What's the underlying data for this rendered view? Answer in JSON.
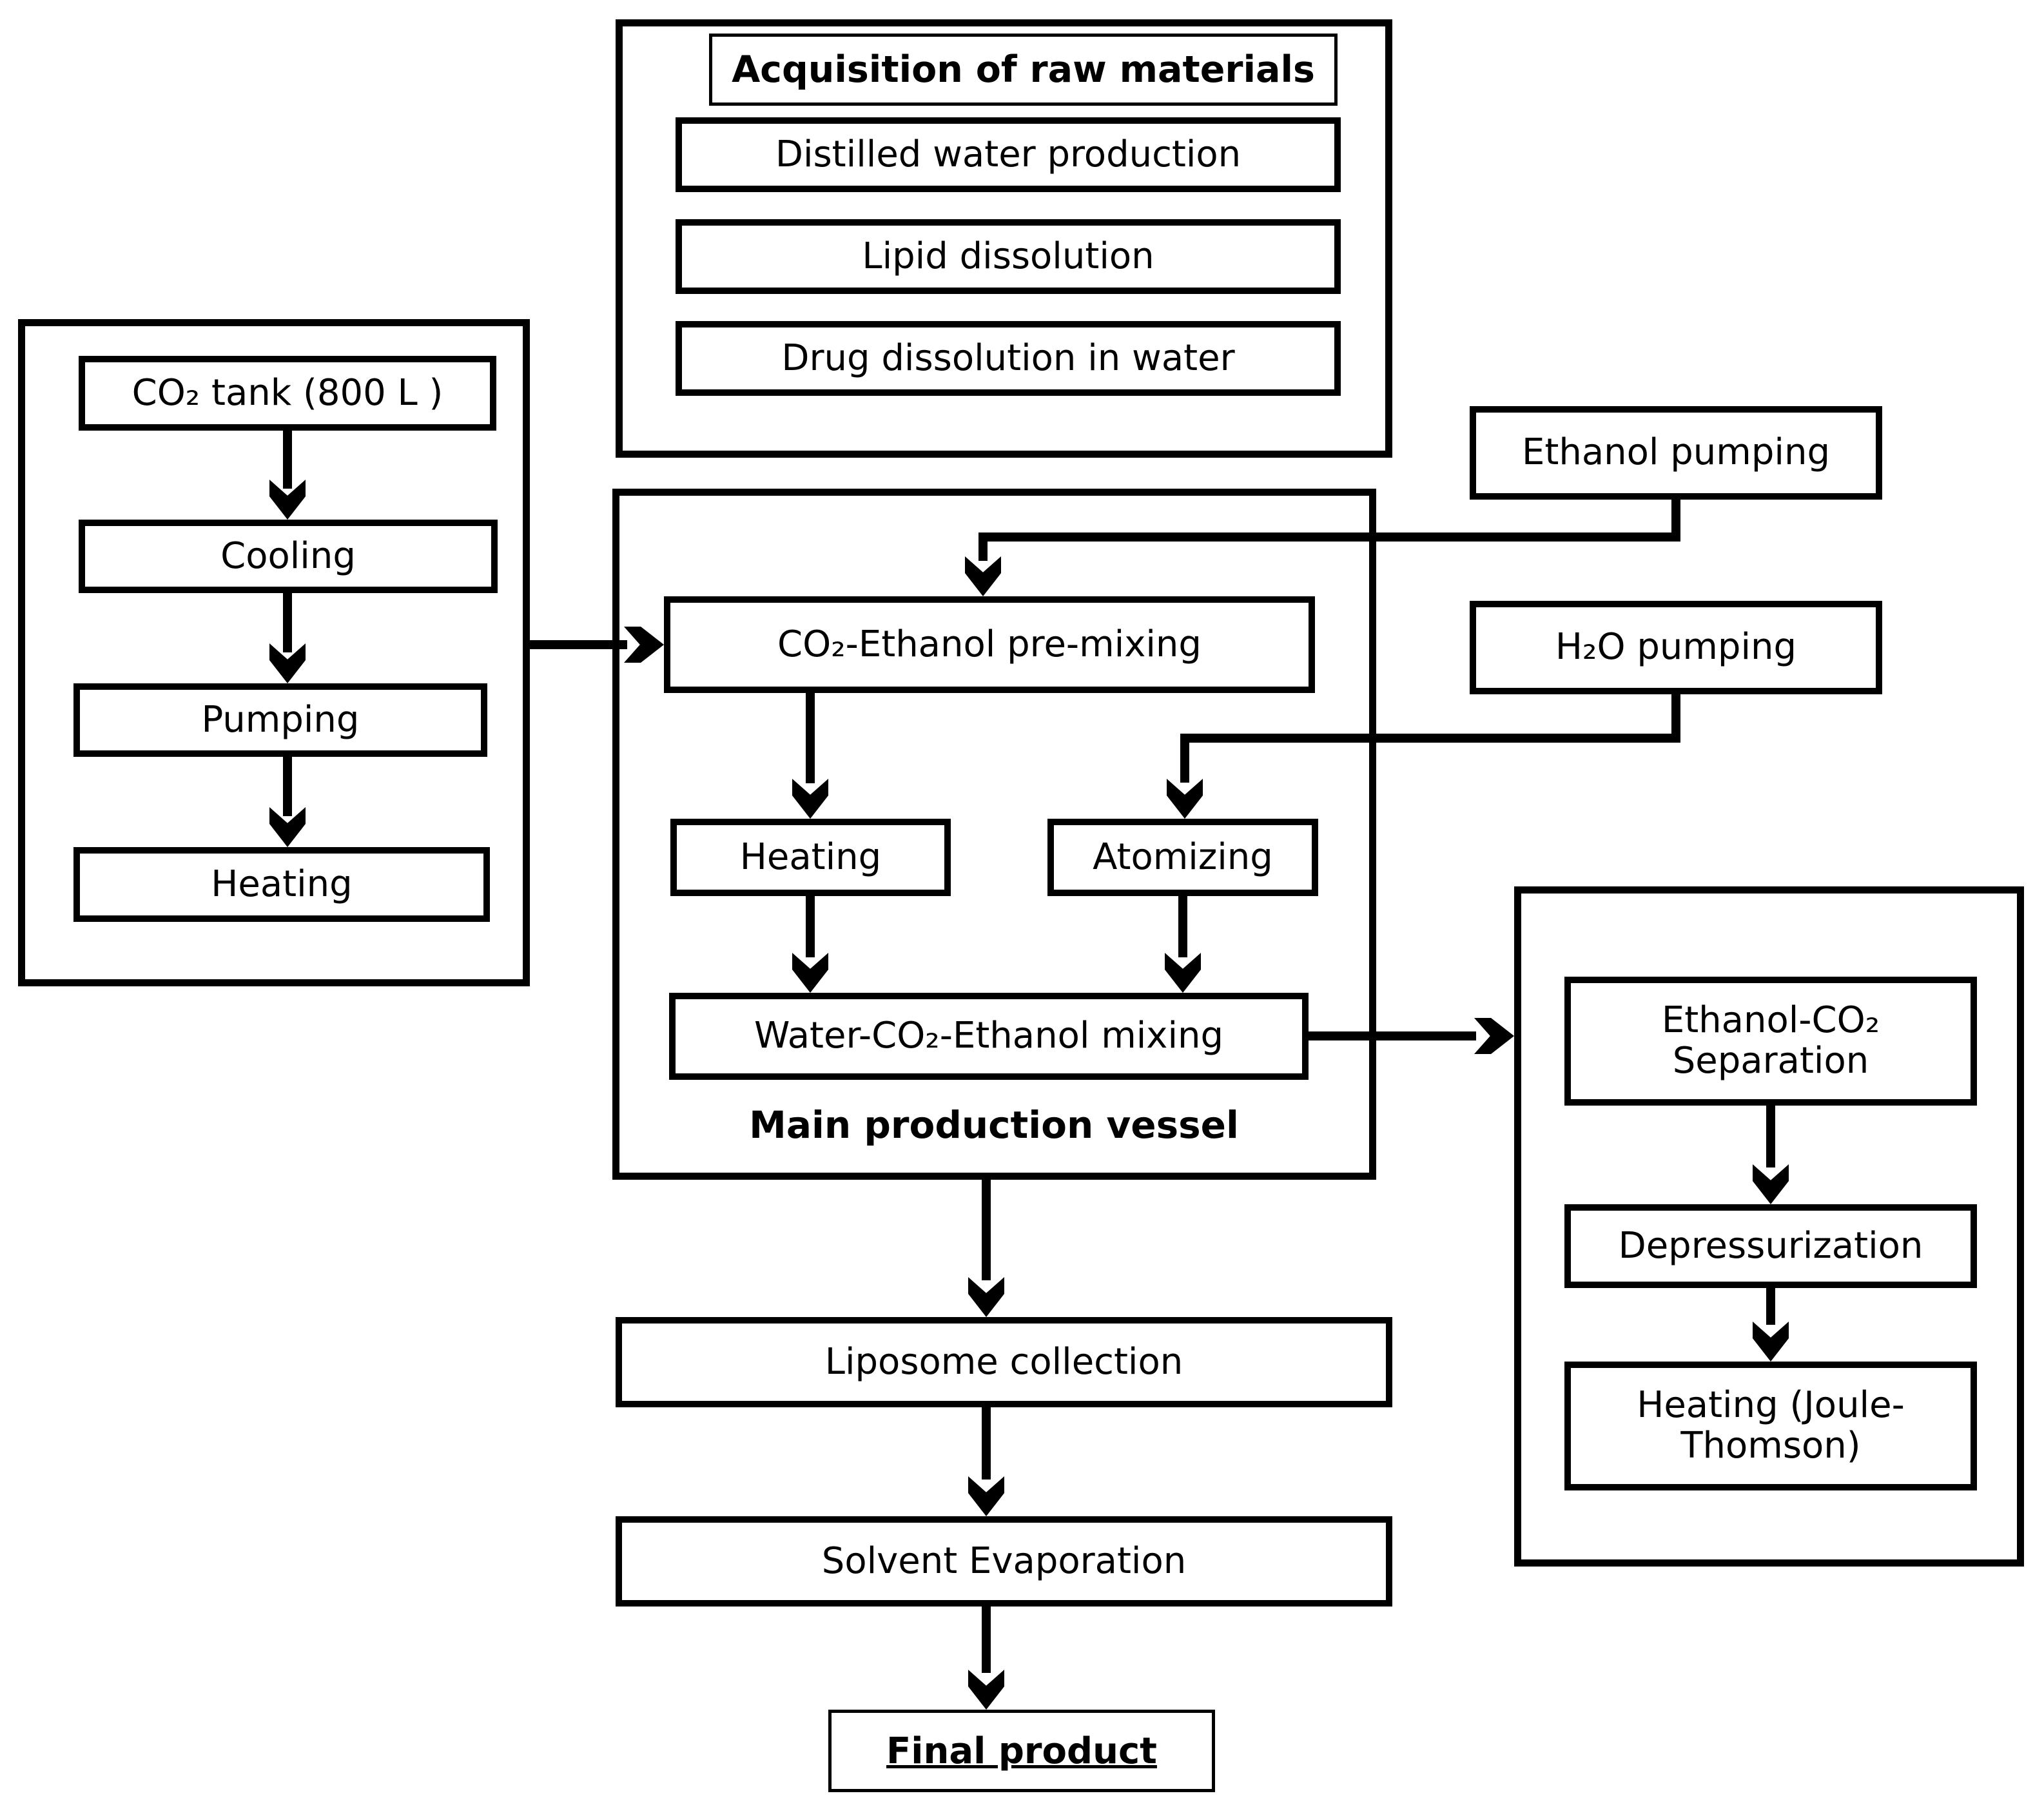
{
  "colors": {
    "ink": "#000000",
    "background": "#ffffff"
  },
  "raw_materials": {
    "title": "Acquisition of raw materials",
    "steps": [
      "Distilled water production",
      "Lipid dissolution",
      "Drug dissolution in water"
    ]
  },
  "co2_supply": {
    "tank": "CO₂ tank (800 L )",
    "cooling": "Cooling",
    "pumping": "Pumping",
    "heating": "Heating"
  },
  "feeds": {
    "ethanol": "Ethanol pumping",
    "water": "H₂O pumping"
  },
  "vessel": {
    "label": "Main production vessel",
    "premix": "CO₂-Ethanol pre-mixing",
    "heating": "Heating",
    "atomizing": "Atomizing",
    "mixing": "Water-CO₂-Ethanol mixing"
  },
  "recovery": {
    "separation": "Ethanol-CO₂ Separation",
    "depressurization": "Depressurization",
    "heating_jt": "Heating (Joule-Thomson)"
  },
  "downstream": {
    "collection": "Liposome collection",
    "evaporation": "Solvent Evaporation",
    "final": "Final product"
  }
}
